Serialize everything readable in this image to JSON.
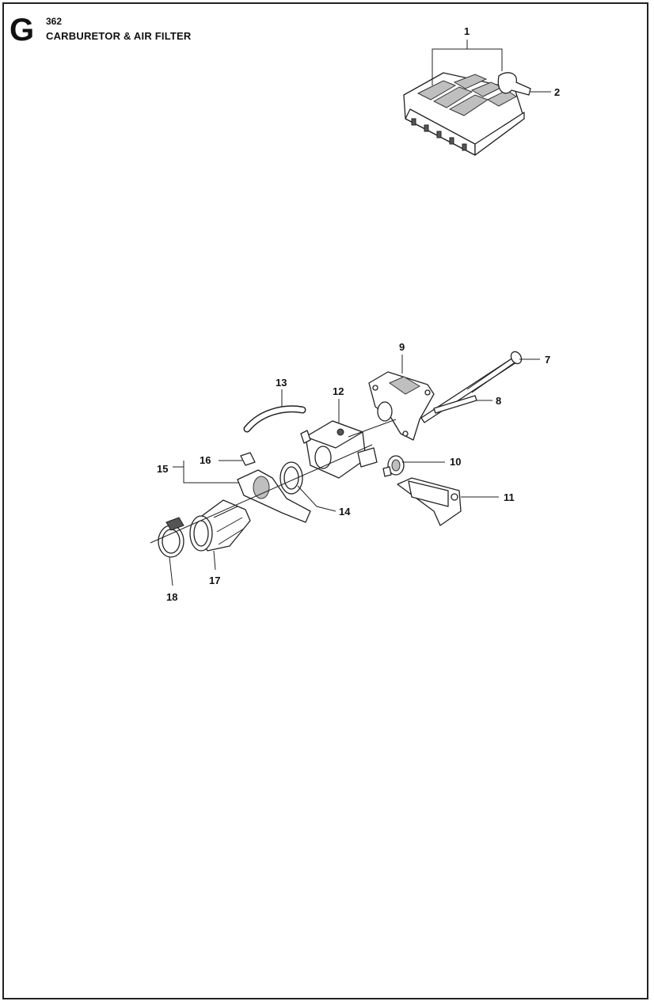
{
  "header": {
    "section_letter": "G",
    "model": "362",
    "title": "CARBURETOR & AIR FILTER"
  },
  "callouts": {
    "c1": "1",
    "c2": "2",
    "c7": "7",
    "c8": "8",
    "c9": "9",
    "c10": "10",
    "c11": "11",
    "c12": "12",
    "c13": "13",
    "c14": "14",
    "c15": "15",
    "c16": "16",
    "c17": "17",
    "c18": "18"
  }
}
